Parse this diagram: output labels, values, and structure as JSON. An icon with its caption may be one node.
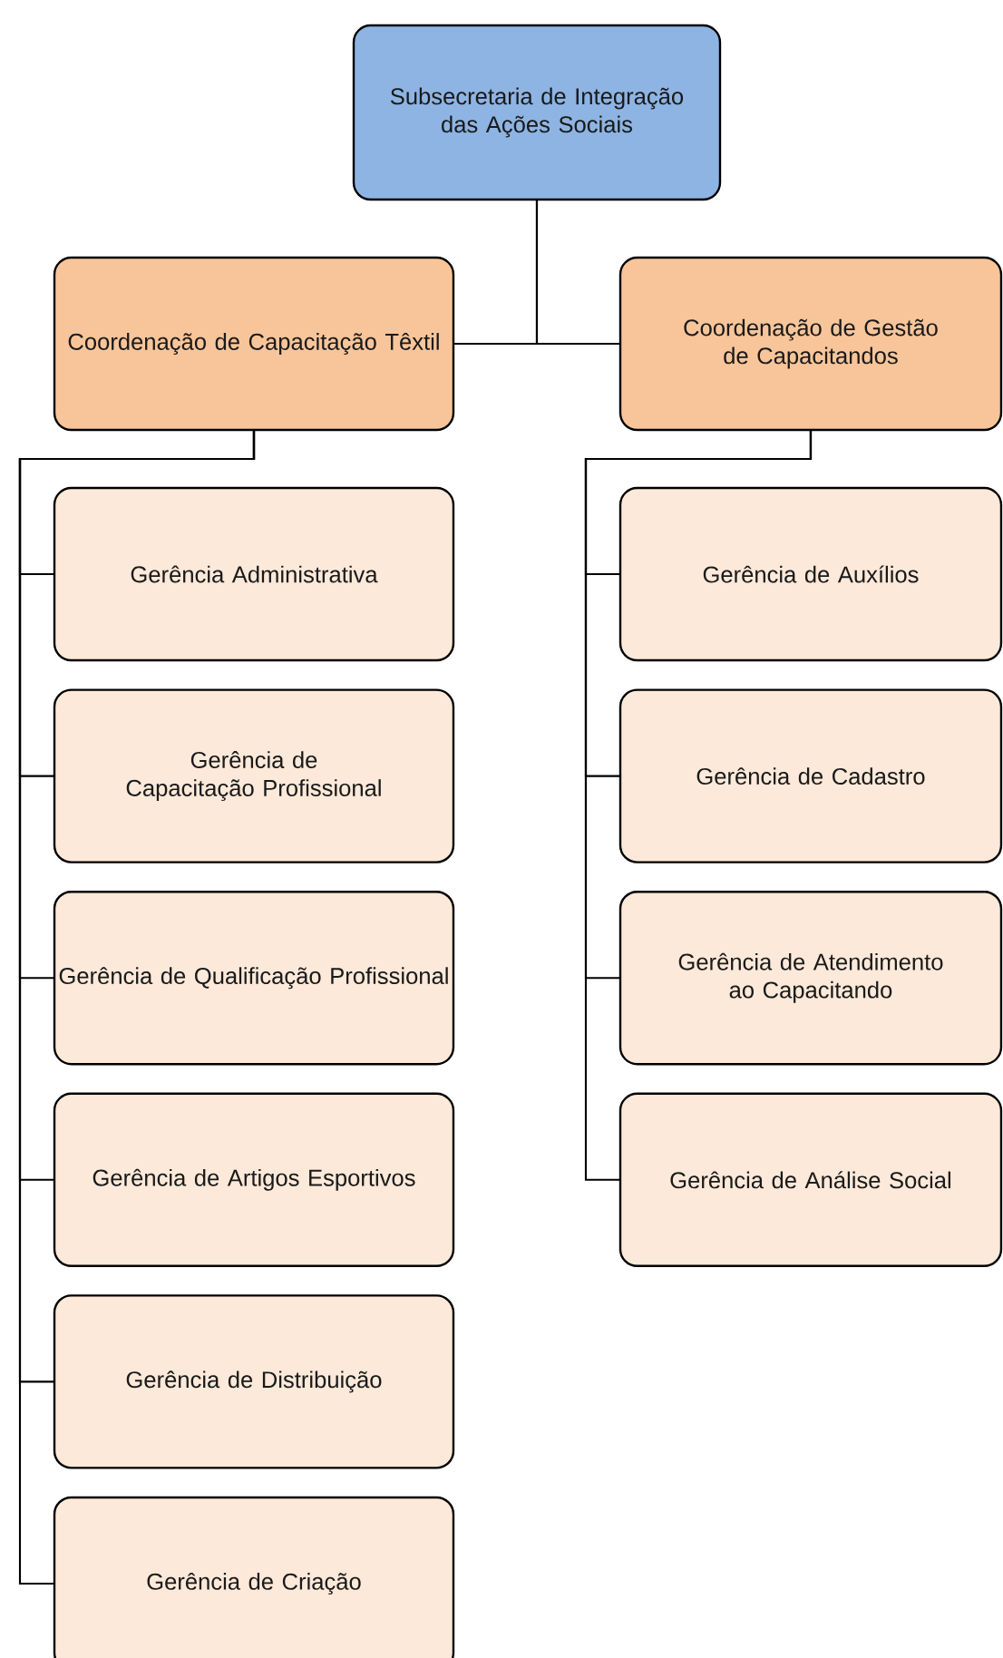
{
  "diagram": {
    "nodes": [
      {
        "text": [
          "Subsecretaria de Integração das Ações Sociais"
        ]
      },
      {
        "text": [
          "Coordenação de Capacitação Têxtil"
        ]
      },
      {
        "text": [
          "Coordenação de Gestão de Capacitandos"
        ]
      },
      {
        "text": [
          "Gerência Administrativa"
        ]
      },
      {
        "text": [
          "Gerência de Capacitação Profissional"
        ]
      },
      {
        "text": [
          "Gerência de Qualificação Profissional"
        ]
      },
      {
        "text": [
          "Gerência de Artigos Esportivos"
        ]
      },
      {
        "text": [
          "Gerência de Distribuição"
        ]
      },
      {
        "text": [
          "Gerência de Criação"
        ]
      },
      {
        "text": [
          "Gerência de Auxílios"
        ]
      },
      {
        "text": [
          "Gerência de Cadastro"
        ]
      },
      {
        "text": [
          "Gerência de Atendimento ao Capacitando"
        ]
      },
      {
        "text": [
          "Gerência de Análise Social"
        ]
      }
    ],
    "edges": [
      {
        "from": 0,
        "to": 1,
        "arrow": "none"
      },
      {
        "from": 0,
        "to": 2,
        "arrow": "none"
      },
      {
        "from": 1,
        "to": 3,
        "arrow": "none"
      },
      {
        "from": 1,
        "to": 4,
        "arrow": "none"
      },
      {
        "from": 1,
        "to": 5,
        "arrow": "none"
      },
      {
        "from": 1,
        "to": 6,
        "arrow": "none"
      },
      {
        "from": 1,
        "to": 7,
        "arrow": "none"
      },
      {
        "from": 1,
        "to": 8,
        "arrow": "none"
      },
      {
        "from": 2,
        "to": 9,
        "arrow": "none"
      },
      {
        "from": 2,
        "to": 10,
        "arrow": "none"
      },
      {
        "from": 2,
        "to": 11,
        "arrow": "none"
      },
      {
        "from": 2,
        "to": 12,
        "arrow": "none"
      }
    ]
  }
}
